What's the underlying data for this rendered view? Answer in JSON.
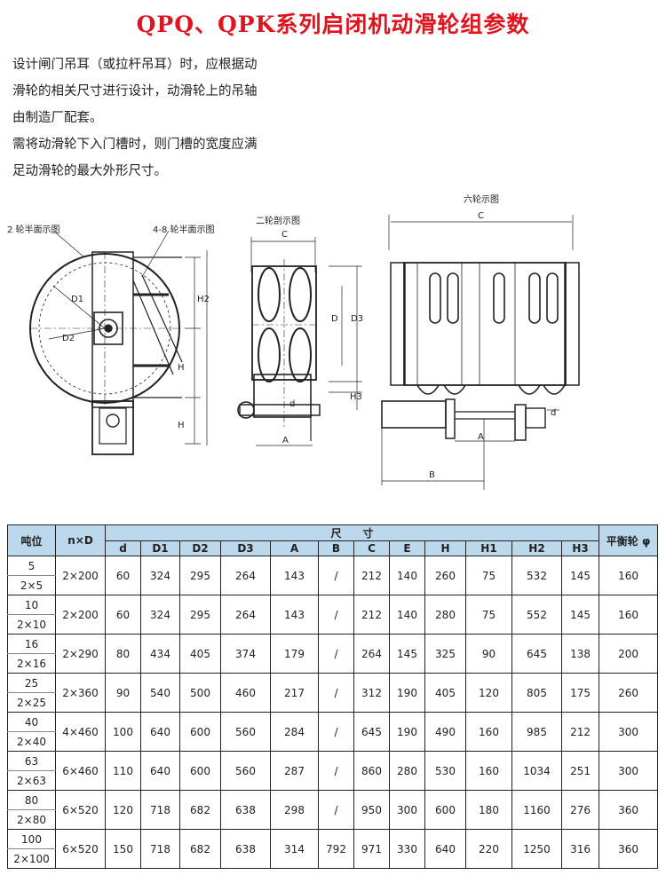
{
  "title": "QPQ、QPK系列启闭机动滑轮组参数",
  "intro": {
    "lines": [
      "设计闸门吊耳（或拉杆吊耳）时，应根据动",
      "滑轮的相关尺寸进行设计，动滑轮上的吊轴",
      "由制造厂配套。",
      "需将动滑轮下入门槽时，则门槽的宽度应满",
      "足动滑轮的最大外形尺寸。"
    ]
  },
  "drawing": {
    "label_2wheel_plan": "2 轮半面示图",
    "label_48wheel_plan": "4-8 轮半面示图",
    "label_2wheel_section": "二轮剖示图",
    "label_6wheel": "六轮示图",
    "dims": {
      "C": "C",
      "D": "D",
      "D1": "D1",
      "D2": "D2",
      "D3": "D3",
      "H": "H",
      "H2": "H2",
      "H3": "H3",
      "d": "d",
      "A": "A",
      "B": "B"
    }
  },
  "table": {
    "headers": {
      "tonnage": "吨位",
      "nxd": "n×D",
      "size_group": "尺　　寸",
      "balance": "平衡轮 φ",
      "cols": [
        "d",
        "D1",
        "D2",
        "D3",
        "A",
        "B",
        "C",
        "E",
        "H",
        "H1",
        "H2",
        "H3"
      ]
    },
    "rows": [
      {
        "t1": "5",
        "t2": "2×5",
        "nd": "2×200",
        "vals": [
          "60",
          "324",
          "295",
          "264",
          "143",
          "/",
          "212",
          "140",
          "260",
          "75",
          "532",
          "145"
        ],
        "bal": "160"
      },
      {
        "t1": "10",
        "t2": "2×10",
        "nd": "2×200",
        "vals": [
          "60",
          "324",
          "295",
          "264",
          "143",
          "/",
          "212",
          "140",
          "280",
          "75",
          "552",
          "145"
        ],
        "bal": "160"
      },
      {
        "t1": "16",
        "t2": "2×16",
        "nd": "2×290",
        "vals": [
          "80",
          "434",
          "405",
          "374",
          "179",
          "/",
          "264",
          "145",
          "325",
          "90",
          "645",
          "138"
        ],
        "bal": "200"
      },
      {
        "t1": "25",
        "t2": "2×25",
        "nd": "2×360",
        "vals": [
          "90",
          "540",
          "500",
          "460",
          "217",
          "/",
          "312",
          "190",
          "405",
          "120",
          "805",
          "175"
        ],
        "bal": "260"
      },
      {
        "t1": "40",
        "t2": "2×40",
        "nd": "4×460",
        "vals": [
          "100",
          "640",
          "600",
          "560",
          "284",
          "/",
          "645",
          "190",
          "490",
          "160",
          "985",
          "212"
        ],
        "bal": "300"
      },
      {
        "t1": "63",
        "t2": "2×63",
        "nd": "6×460",
        "vals": [
          "110",
          "640",
          "600",
          "560",
          "287",
          "/",
          "860",
          "280",
          "530",
          "160",
          "1034",
          "251"
        ],
        "bal": "300"
      },
      {
        "t1": "80",
        "t2": "2×80",
        "nd": "6×520",
        "vals": [
          "120",
          "718",
          "682",
          "638",
          "298",
          "/",
          "950",
          "300",
          "600",
          "180",
          "1160",
          "276"
        ],
        "bal": "360"
      },
      {
        "t1": "100",
        "t2": "2×100",
        "nd": "6×520",
        "vals": [
          "150",
          "718",
          "682",
          "638",
          "314",
          "792",
          "971",
          "330",
          "640",
          "220",
          "1250",
          "316"
        ],
        "bal": "360"
      }
    ]
  }
}
